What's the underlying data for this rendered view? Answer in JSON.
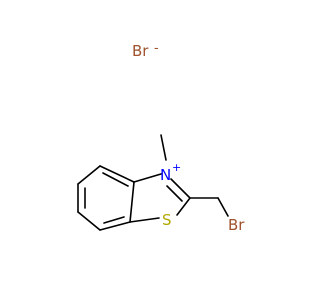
{
  "molecule": {
    "counter_ion": {
      "symbol": "Br",
      "charge": "-"
    },
    "atoms": {
      "n_symbol": "N",
      "n_charge": "+",
      "s_symbol": "S",
      "br_symbol": "Br"
    }
  },
  "colors": {
    "bromine": "#a0522d",
    "bromide_ion": "#a0522d",
    "nitrogen": "#0000ff",
    "sulfur": "#b3a800",
    "bond": "#000000",
    "background": "#ffffff"
  }
}
